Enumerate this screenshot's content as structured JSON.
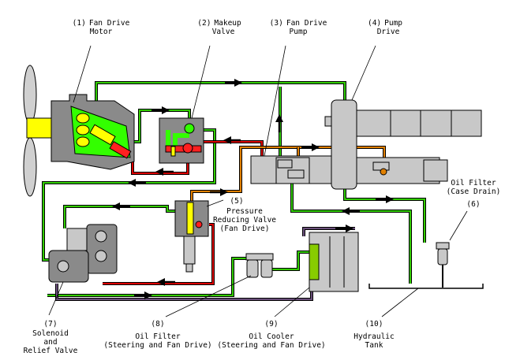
{
  "components": [
    {
      "num": "(1)",
      "line1": "Fan Drive",
      "line2": "Motor"
    },
    {
      "num": "(2)",
      "line1": "Makeup",
      "line2": "Valve"
    },
    {
      "num": "(3)",
      "line1": "Fan Drive",
      "line2": "Pump"
    },
    {
      "num": "(4)",
      "line1": "Pump",
      "line2": "Drive"
    },
    {
      "num": "(5)",
      "line1": "Pressure",
      "line2": "Reducing Valve",
      "line3": "(Fan Drive)"
    },
    {
      "num": "(6)",
      "line1": "Oil Filter",
      "line2": "(Case Drain)"
    },
    {
      "num": "(7)",
      "line1": "Solenoid",
      "line2": "and",
      "line3": "Relief Valve"
    },
    {
      "num": "(8)",
      "line1": "Oil Filter",
      "line2": "(Steering and Fan Drive)"
    },
    {
      "num": "(9)",
      "line1": "Oil Cooler",
      "line2": "(Steering and Fan Drive)"
    },
    {
      "num": "(10)",
      "line1": "Hydraulic",
      "line2": "Tank"
    }
  ],
  "colors": {
    "supply_return_oil": "#33cc00",
    "high_pressure_oil": "#dd0000",
    "pilot_oil": "#e08000",
    "tank_oil": "#6a4f7a",
    "component_body": "#c8c8c8",
    "moving_parts": "#ffff00"
  }
}
